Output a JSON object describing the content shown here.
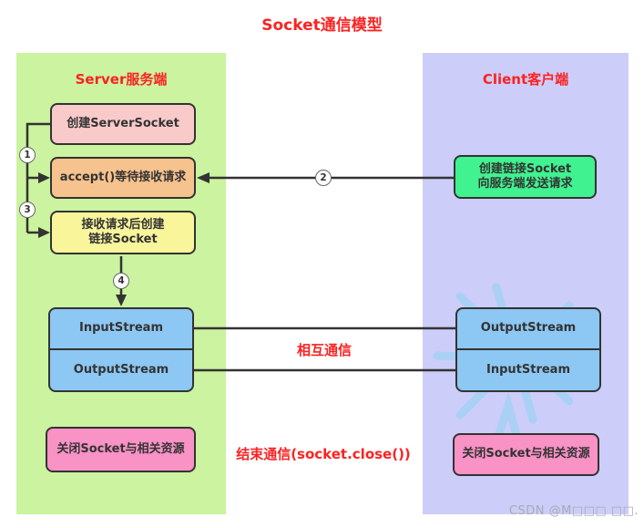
{
  "title": "Socket通信模型",
  "server": {
    "title": "Server服务端",
    "boxes": {
      "create_server_socket": "创建ServerSocket",
      "accept": "accept()等待接收请求",
      "create_link_socket": "接收请求后创建\n链接Socket",
      "input_stream": "InputStream",
      "output_stream": "OutputStream",
      "close": "关闭Socket与相关资源"
    }
  },
  "client": {
    "title": "Client客户端",
    "boxes": {
      "create_socket": "创建链接Socket\n向服务端发送请求",
      "output_stream": "OutputStream",
      "input_stream": "InputStream",
      "close": "关闭Socket与相关资源"
    }
  },
  "steps": {
    "step1": "1",
    "step2": "2",
    "step3": "3",
    "step4": "4"
  },
  "labels": {
    "mutual_communication": "相互通信",
    "end_communication": "结束通信(socket.close())"
  },
  "watermark": "CSDN @M□□□ □□.",
  "colors": {
    "accent_red": "#fb2222",
    "server_panel": "#cbf3a0",
    "client_panel": "#cccdf8",
    "box_pink": "#f9caca",
    "box_orange": "#f6c28d",
    "box_yellow": "#f8f59b",
    "box_blue": "#8dc7f3",
    "box_green": "#40f290",
    "box_hotpink": "#f992c5",
    "line": "#333333",
    "doodle_blue": "#8fd4f4"
  }
}
